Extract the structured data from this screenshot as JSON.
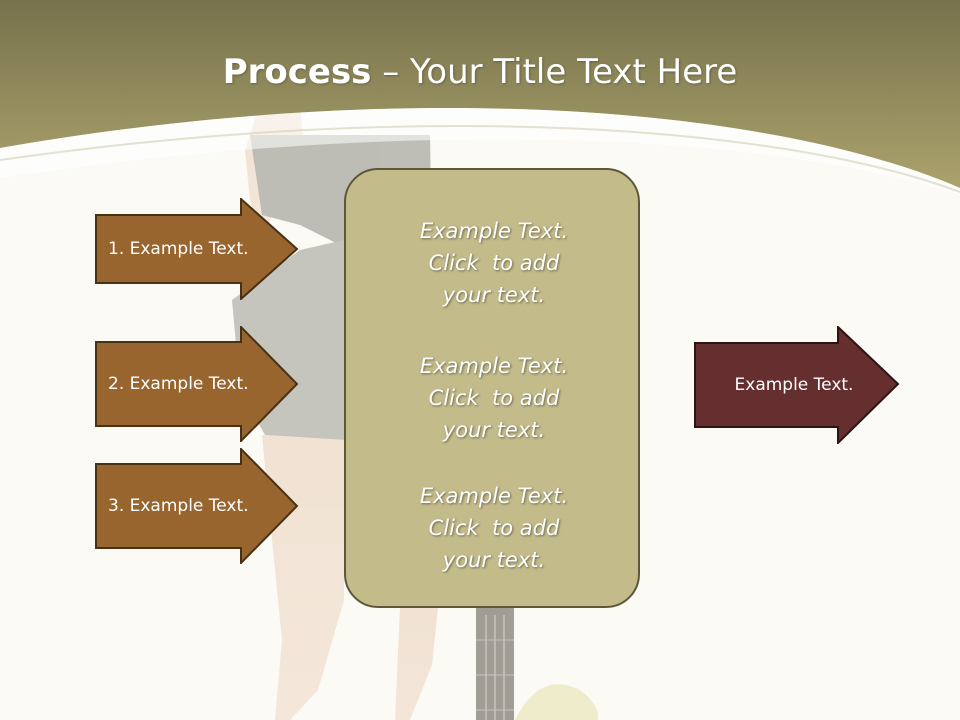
{
  "slide": {
    "title_bold": "Process",
    "title_rest": " – Your Title Text Here"
  },
  "steps": [
    {
      "label": "1. Example Text."
    },
    {
      "label": "2. Example Text."
    },
    {
      "label": "3. Example Text."
    }
  ],
  "center_box": {
    "paragraphs": [
      {
        "line1": "Example Text.",
        "line2": "Click  to add",
        "line3": "your text."
      },
      {
        "line1": "Example Text.",
        "line2": "Click  to add",
        "line3": "your text."
      },
      {
        "line1": "Example Text.",
        "line2": "Click  to add",
        "line3": "your text."
      }
    ]
  },
  "result": {
    "label": "Example Text."
  },
  "colors": {
    "header": "#8e8a5c",
    "step_arrow": "#98652f",
    "result_arrow": "#652f2f",
    "center_box": "#c3bb8a"
  }
}
